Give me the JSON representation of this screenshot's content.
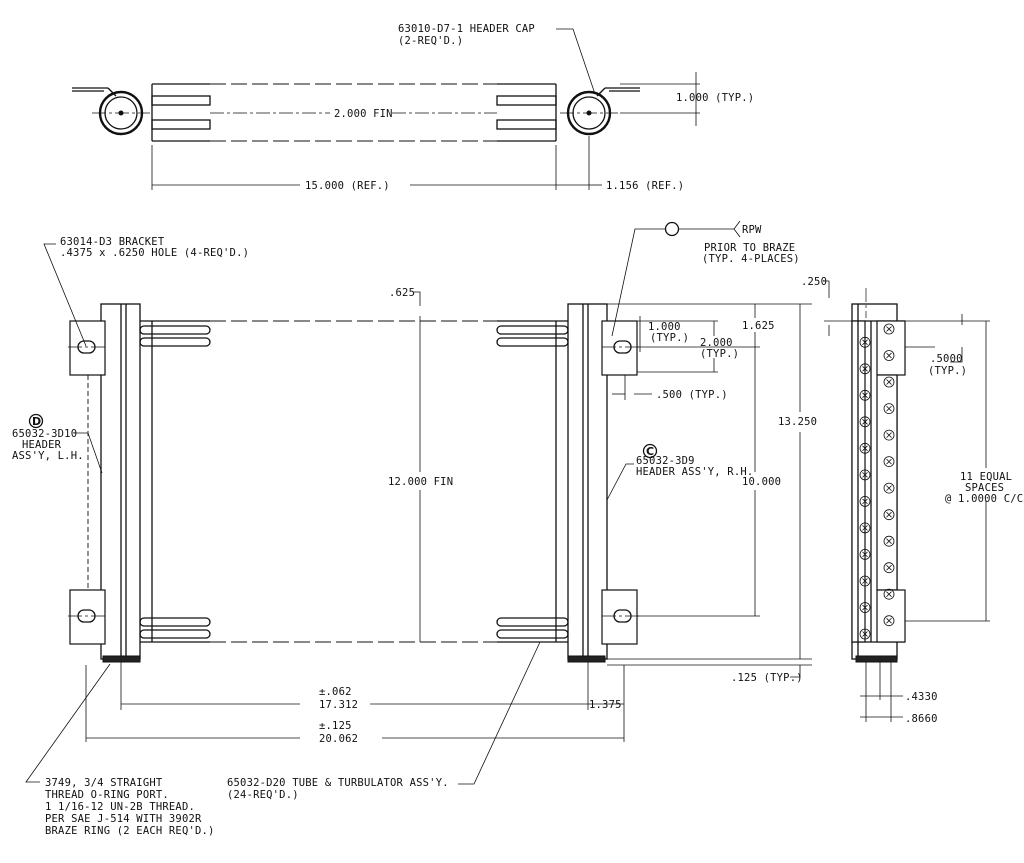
{
  "top_view": {
    "header_cap_callout": [
      "63010-D7-1 HEADER CAP",
      "(2-REQ'D.)"
    ],
    "fin_width": "2.000 FIN",
    "tube_spacing": "1.000 (TYP.)",
    "overall_ref": "15.000 (REF.)",
    "cap_offset_ref": "1.156 (REF.)"
  },
  "front_view": {
    "bracket_callout": [
      "63014-D3 BRACKET",
      ".4375 x .6250 HOLE (4-REQ'D.)"
    ],
    "braze_note": [
      "PRIOR TO BRAZE",
      "(TYP. 4-PLACES)"
    ],
    "braze_symbol": "RPW",
    "lh_header": {
      "bubble": "D",
      "lines": [
        "65032-3D10",
        "HEADER",
        "ASS'Y, L.H."
      ]
    },
    "rh_header": {
      "bubble": "C",
      "lines": [
        "65032-3D9",
        "HEADER ASS'Y, R.H."
      ]
    },
    "dim_625": ".625",
    "dim_1000_typ": [
      "1.000",
      "(TYP.)"
    ],
    "dim_2000_typ": [
      "2.000",
      "(TYP.)"
    ],
    "dim_1625": "1.625",
    "dim_500_typ": ".500 (TYP.)",
    "dim_13250": "13.250",
    "fin_height": "12.000 FIN",
    "dim_10000": "10.000",
    "dim_125_typ": ".125 (TYP.)",
    "tol_062": "±.062",
    "dim_17312": "17.312",
    "dim_1375": "1.375",
    "tol_125": "±.125",
    "dim_20062": "20.062",
    "port_note": [
      "3749, 3/4 STRAIGHT",
      "THREAD O-RING PORT.",
      "1 1/16-12 UN-2B THREAD.",
      "PER SAE J-514 WITH 3902R",
      "BRAZE RING (2 EACH REQ'D.)"
    ],
    "tube_note": [
      "65032-D20 TUBE & TURBULATOR ASS'Y.",
      "(24-REQ'D.)"
    ]
  },
  "side_view": {
    "dim_250": ".250",
    "dim_5000": [
      ".5000",
      "(TYP.)"
    ],
    "spacing_note": [
      "11 EQUAL",
      "SPACES",
      "@ 1.0000 C/C"
    ],
    "dim_4330": ".4330",
    "dim_8660": ".8660"
  }
}
